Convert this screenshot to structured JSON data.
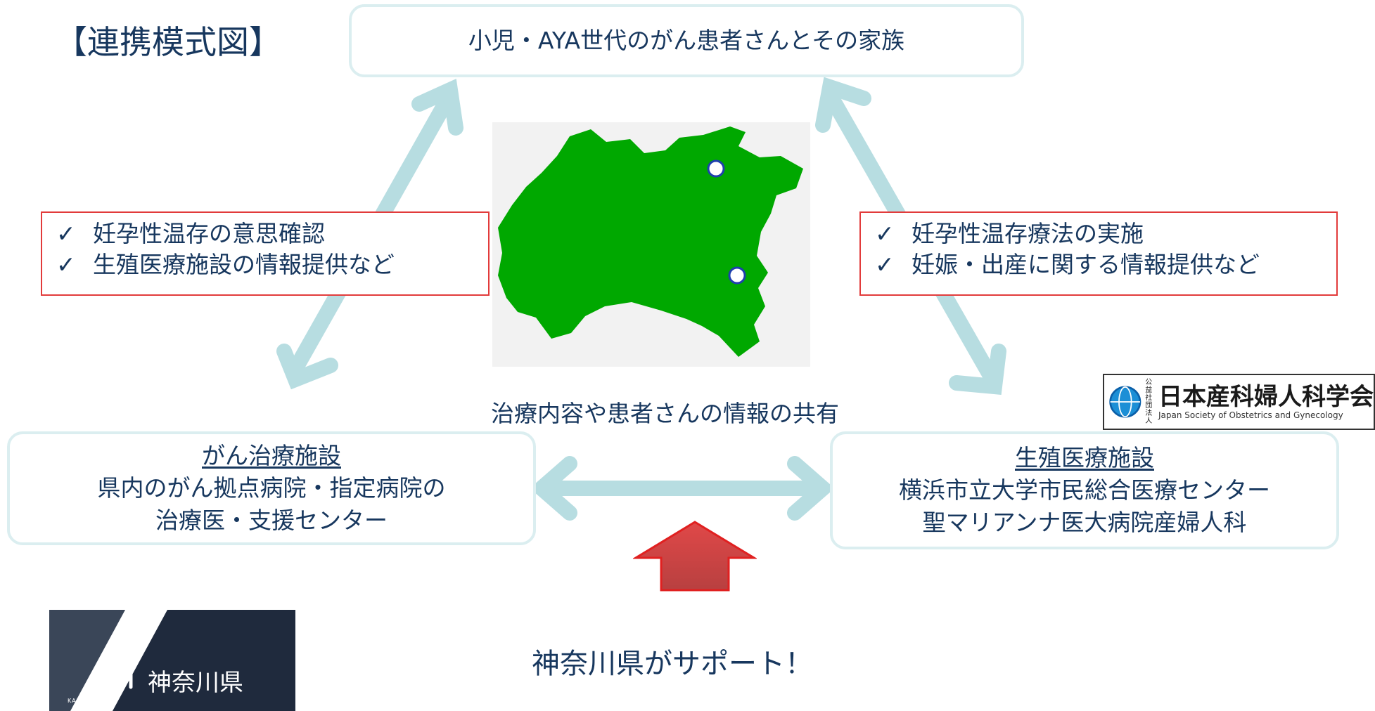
{
  "title": "【連携模式図】",
  "top_box": {
    "label": "小児・AYA世代のがん患者さんとその家族"
  },
  "left_callout": {
    "items": [
      "妊孕性温存の意思確認",
      "生殖医療施設の情報提供など"
    ]
  },
  "right_callout": {
    "items": [
      "妊孕性温存療法の実施",
      "妊娠・出産に関する情報提供など"
    ]
  },
  "check_mark": "✓",
  "left_box": {
    "heading": "がん治療施設",
    "lines": [
      "県内のがん拠点病院・指定病院の",
      "治療医・支援センター"
    ]
  },
  "right_box": {
    "heading": "生殖医療施設",
    "lines": [
      "横浜市立大学市民総合医療センター",
      "聖マリアンナ医大病院産婦人科"
    ]
  },
  "shared_label": "治療内容や患者さんの情報の共有",
  "support_label": "神奈川県がサポート！",
  "jsog_logo": {
    "prefix_lines": [
      "公益",
      "社団",
      "法人"
    ],
    "name": "日本産科婦人科学会",
    "english": "Japan Society of Obstetrics and Gynecology"
  },
  "kanagawa_logo": {
    "name": "神奈川県",
    "roman": "KANAGAWA"
  },
  "colors": {
    "text": "#17375e",
    "arrow": "#b7dde1",
    "map_green": "#00a800",
    "callout_border": "#e23b3b",
    "support_arrow": "#c0504d"
  },
  "icons": {
    "map": "kanagawa-map",
    "support_arrow": "up-arrow-icon",
    "check": "check-icon"
  }
}
